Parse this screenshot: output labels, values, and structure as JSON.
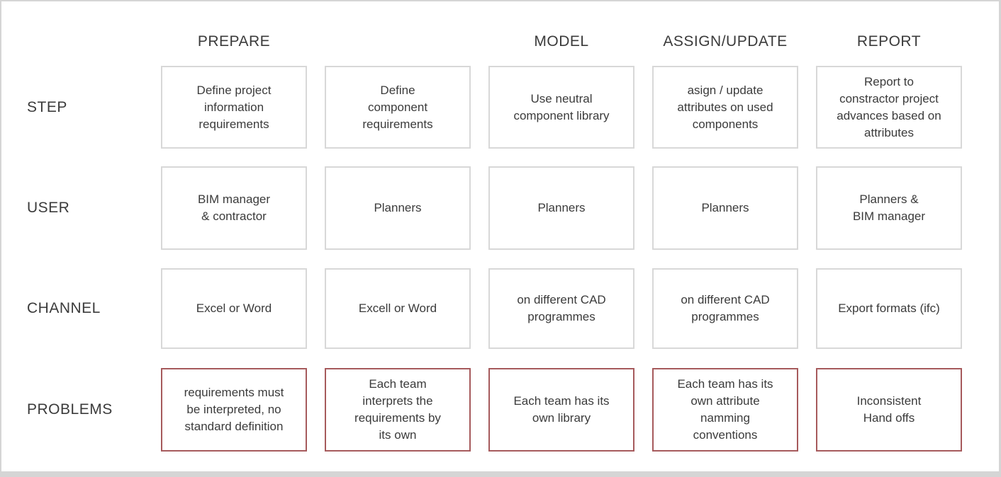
{
  "palette": {
    "canvas_bg": "#ffffff",
    "frame_border": "#d5d5d5",
    "box_border": "#d8d8d8",
    "problem_border": "#a65a5c",
    "text_color": "#3b3b3b"
  },
  "phases": [
    {
      "label": "PREPARE"
    },
    {
      "label": "MODEL"
    },
    {
      "label": "ASSIGN/UPDATE"
    },
    {
      "label": "REPORT"
    }
  ],
  "rows": [
    {
      "label": "STEP",
      "cells": [
        "Define project\ninformation\nrequirements",
        "Define\ncomponent\nrequirements",
        "Use neutral\ncomponent library",
        "asign / update\nattributes on used\ncomponents",
        "Report to\nconstractor project\nadvances based on\nattributes"
      ]
    },
    {
      "label": "USER",
      "cells": [
        "BIM manager\n& contractor",
        "Planners",
        "Planners",
        "Planners",
        "Planners &\nBIM manager"
      ]
    },
    {
      "label": "CHANNEL",
      "cells": [
        "Excel or Word",
        "Excell or Word",
        "on different CAD\nprogrammes",
        "on different CAD\nprogrammes",
        "Export formats (ifc)"
      ]
    },
    {
      "label": "PROBLEMS",
      "cells": [
        "requirements must\nbe interpreted, no\nstandard definition",
        "Each team\ninterprets the\nrequirements by\nits own",
        "Each team has its\nown library",
        "Each team has its\nown attribute\nnamming\nconventions",
        "Inconsistent\nHand offs"
      ]
    }
  ]
}
